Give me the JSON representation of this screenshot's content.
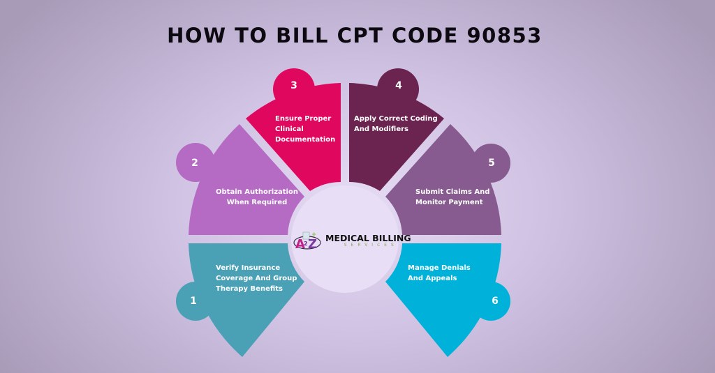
{
  "title": "HOW TO BILL CPT CODE 90853",
  "colors": {
    "step1": "#4aa0b4",
    "step2": "#b56ac4",
    "step3": "#e0075f",
    "step4": "#6b2350",
    "step5": "#875b8f",
    "step6": "#00b2d9",
    "center": "#e8def5",
    "title": "#0c0a10"
  },
  "steps": [
    {
      "number": "1",
      "label": "Verify Insurance\nCoverage And Group\nTherapy Benefits"
    },
    {
      "number": "2",
      "label": "Obtain Authorization\nWhen Required"
    },
    {
      "number": "3",
      "label": "Ensure Proper\nClinical\nDocumentation"
    },
    {
      "number": "4",
      "label": "Apply Correct Coding\n And Modifiers"
    },
    {
      "number": "5",
      "label": "Submit Claims And\nMonitor Payment"
    },
    {
      "number": "6",
      "label": "Manage Denials\nAnd Appeals"
    }
  ],
  "logo": {
    "mark": "A2Z",
    "name": "MEDICAL BILLING",
    "tagline": "SERVICES"
  }
}
